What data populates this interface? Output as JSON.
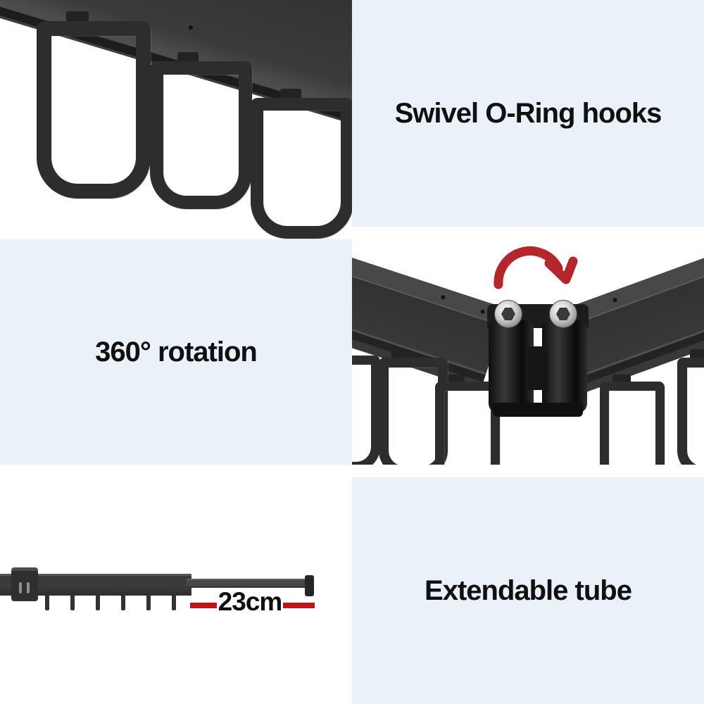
{
  "panels": [
    {
      "id": "swivel",
      "label": "Swivel O-Ring hooks"
    },
    {
      "id": "rotation",
      "label": "360° rotation"
    },
    {
      "id": "extendable",
      "label": "Extendable tube"
    }
  ],
  "measurement": {
    "value": "23cm"
  },
  "colors": {
    "panel_blue": "#eaf1f8",
    "rotation_arrow_red": "#b3262c",
    "measure_red": "#c11418",
    "label_text": "#101010",
    "product_black": "#313131"
  },
  "icons": {
    "rotation_arrow": "clockwise-curved-arrow-icon"
  }
}
